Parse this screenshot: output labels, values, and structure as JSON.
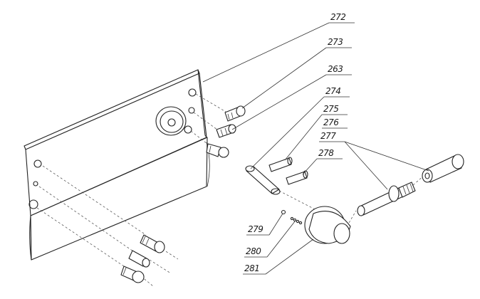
{
  "labels": [
    {
      "id": "272",
      "text": "272"
    },
    {
      "id": "273",
      "text": "273"
    },
    {
      "id": "263",
      "text": "263"
    },
    {
      "id": "274",
      "text": "274"
    },
    {
      "id": "275",
      "text": "275"
    },
    {
      "id": "276",
      "text": "276"
    },
    {
      "id": "277",
      "text": "277"
    },
    {
      "id": "278",
      "text": "278"
    },
    {
      "id": "279",
      "text": "279"
    },
    {
      "id": "280",
      "text": "280"
    },
    {
      "id": "281",
      "text": "281"
    }
  ],
  "colors": {
    "ink": "#222222",
    "paper": "#ffffff"
  }
}
